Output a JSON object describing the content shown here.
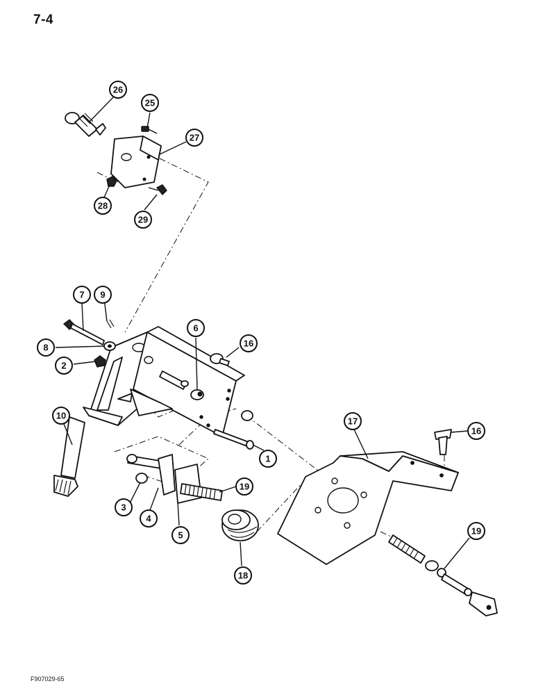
{
  "page": {
    "page_number": "7-4",
    "figure_code": "F907029-65"
  },
  "callouts": [
    {
      "id": "callout-26",
      "label": "26"
    },
    {
      "id": "callout-25",
      "label": "25"
    },
    {
      "id": "callout-27",
      "label": "27"
    },
    {
      "id": "callout-28",
      "label": "28"
    },
    {
      "id": "callout-29",
      "label": "29"
    },
    {
      "id": "callout-7",
      "label": "7"
    },
    {
      "id": "callout-9",
      "label": "9"
    },
    {
      "id": "callout-6",
      "label": "6"
    },
    {
      "id": "callout-16-top",
      "label": "16"
    },
    {
      "id": "callout-8",
      "label": "8"
    },
    {
      "id": "callout-2",
      "label": "2"
    },
    {
      "id": "callout-10",
      "label": "10"
    },
    {
      "id": "callout-17",
      "label": "17"
    },
    {
      "id": "callout-16-right",
      "label": "16"
    },
    {
      "id": "callout-1",
      "label": "1"
    },
    {
      "id": "callout-19-center",
      "label": "19"
    },
    {
      "id": "callout-3",
      "label": "3"
    },
    {
      "id": "callout-4",
      "label": "4"
    },
    {
      "id": "callout-5",
      "label": "5"
    },
    {
      "id": "callout-18",
      "label": "18"
    },
    {
      "id": "callout-19-right",
      "label": "19"
    }
  ]
}
